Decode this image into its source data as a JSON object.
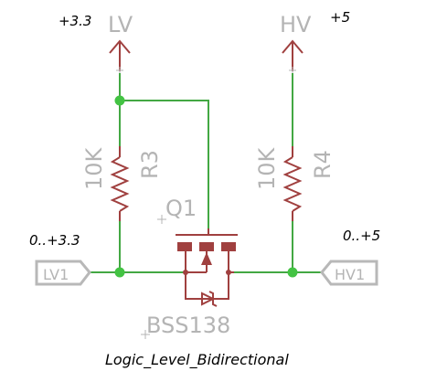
{
  "supplies": {
    "lv": {
      "name": "LV",
      "value": "+3.3"
    },
    "hv": {
      "name": "HV",
      "value": "+5"
    }
  },
  "resistors": [
    {
      "ref": "R3",
      "value": "10K"
    },
    {
      "ref": "R4",
      "value": "10K"
    }
  ],
  "transistor": {
    "ref": "Q1",
    "part": "BSS138"
  },
  "ports": {
    "lv1": {
      "name": "LV1",
      "range": "0..+3.3"
    },
    "hv1": {
      "name": "HV1",
      "range": "0..+5"
    }
  },
  "caption": "Logic_Level_Bidirectional",
  "colors": {
    "wire": "#43a843",
    "part": "#a0403f",
    "node": "#43c343",
    "label": "#b4b4b4",
    "text": "#000000"
  }
}
